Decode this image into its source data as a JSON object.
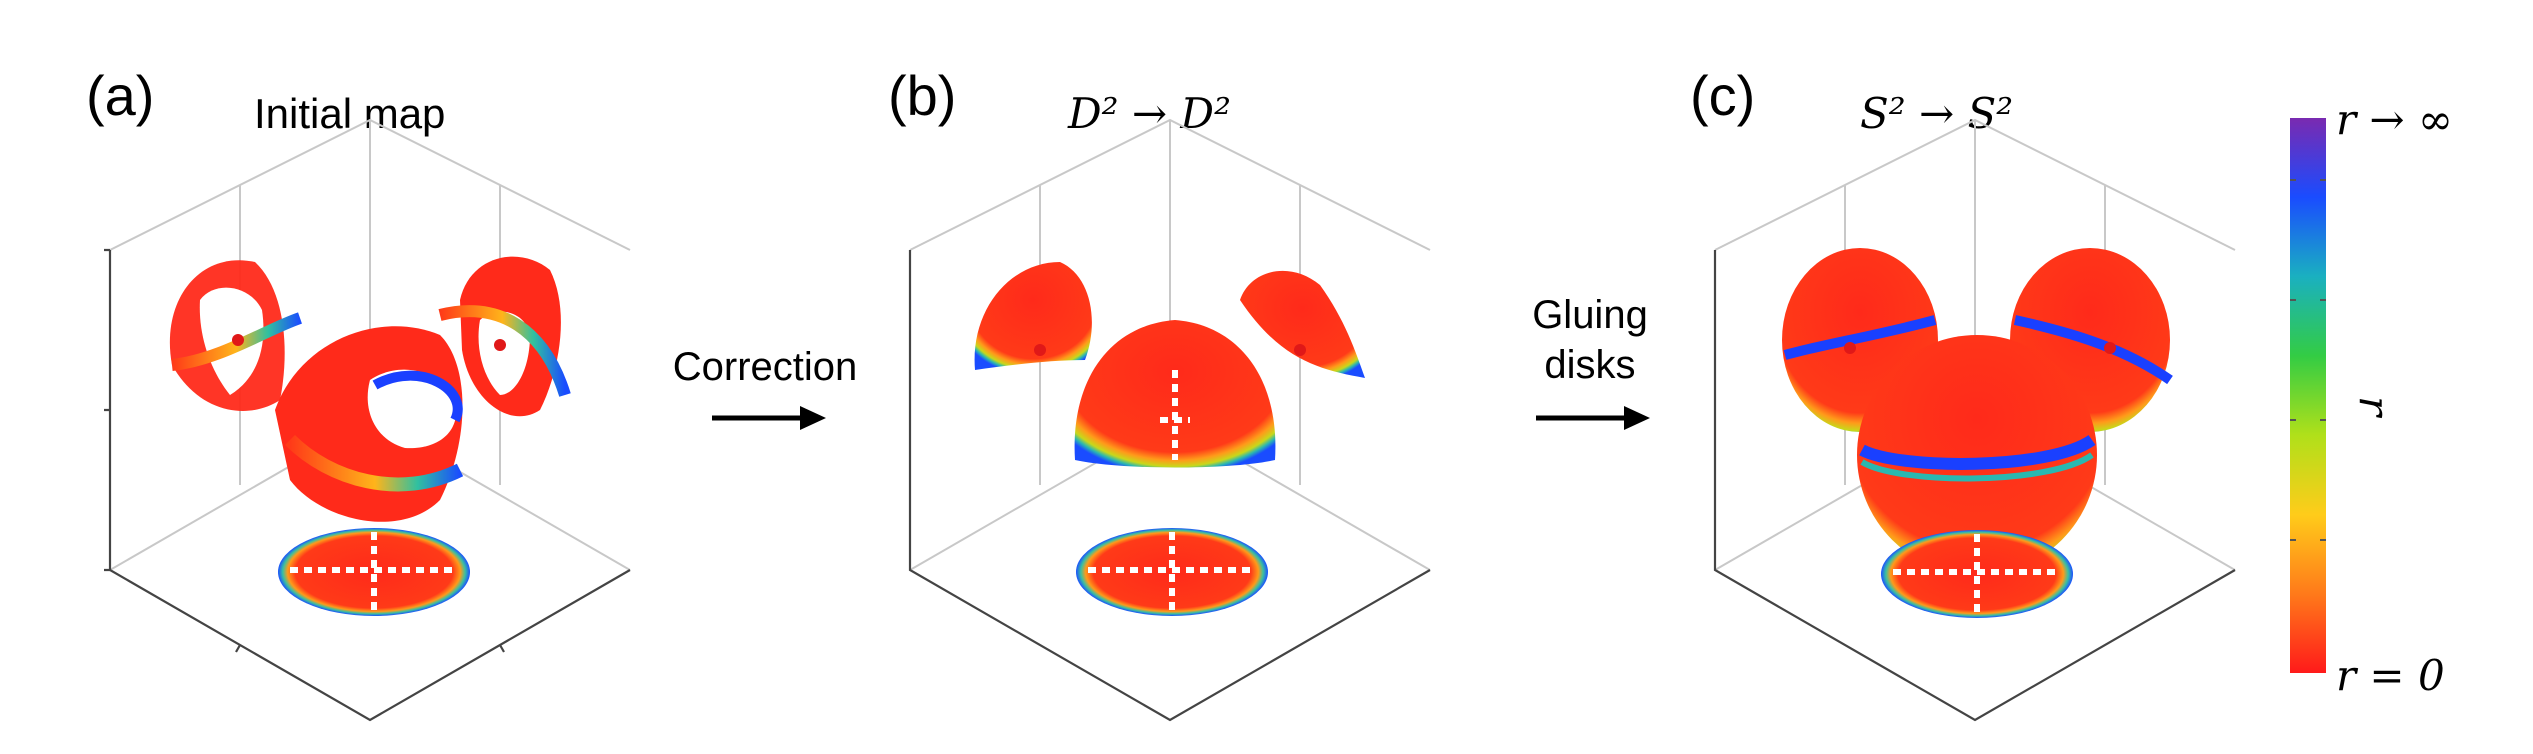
{
  "panels": [
    {
      "letter": "(a)",
      "title": "Initial map"
    },
    {
      "letter": "(b)",
      "title": "D² → D²"
    },
    {
      "letter": "(c)",
      "title": "S² → S²"
    }
  ],
  "arrows": [
    {
      "label_lines": [
        "Correction"
      ]
    },
    {
      "label_lines": [
        "Gluing",
        "disks"
      ]
    }
  ],
  "colorbar": {
    "top_label": "r → ∞",
    "bottom_label": "r = 0",
    "axis_label": "r",
    "colors": [
      "#ff1a1a",
      "#ff7a1a",
      "#ffcc1a",
      "#b0e01a",
      "#33cc44",
      "#1ab0c0",
      "#1a4cff",
      "#7a2ab0"
    ]
  }
}
